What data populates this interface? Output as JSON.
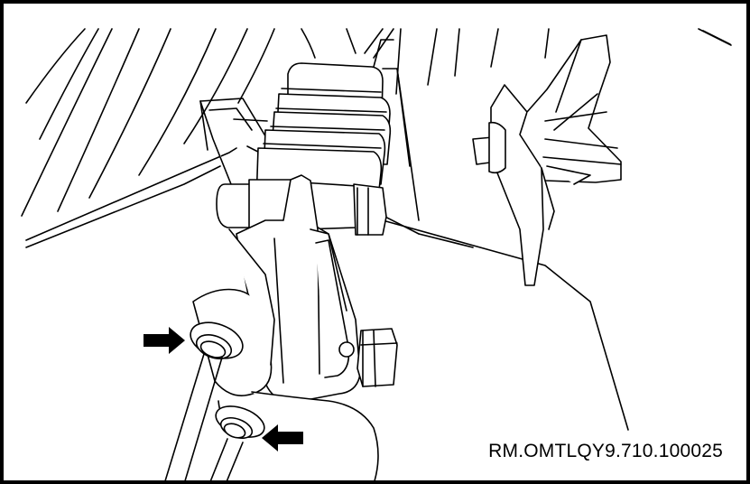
{
  "figure": {
    "reference_code": "RM.OMTLQY9.710.100025",
    "line_color": "#000000",
    "fill_color": "#ffffff",
    "arrows": [
      {
        "name": "upper-bushing-arrow",
        "direction": "right"
      },
      {
        "name": "lower-bushing-arrow",
        "direction": "left"
      }
    ]
  }
}
